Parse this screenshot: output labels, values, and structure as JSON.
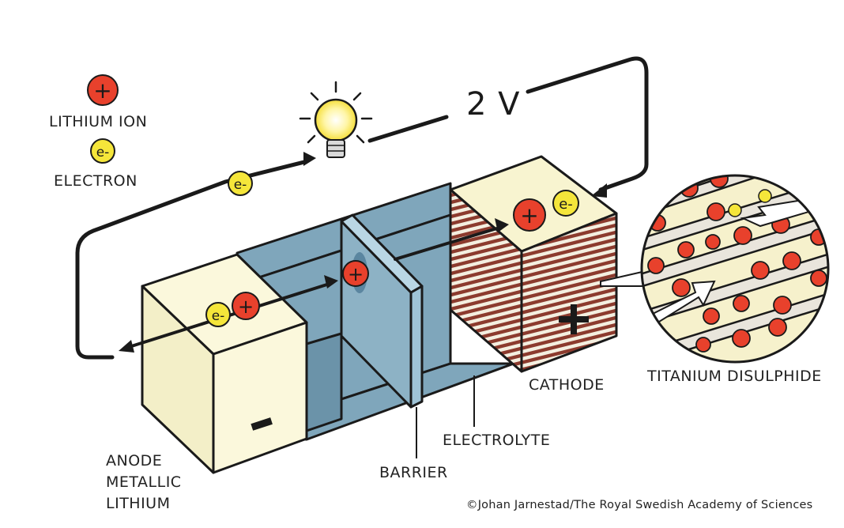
{
  "legend": {
    "ion_label": "LITHIUM ION",
    "electron_label": "ELECTRON",
    "ion_symbol": "+",
    "electron_symbol": "e-"
  },
  "voltage": "2 V",
  "labels": {
    "anode": [
      "ANODE",
      "METALLIC",
      "LITHIUM"
    ],
    "barrier": "BARRIER",
    "electrolyte": "ELECTROLYTE",
    "cathode": "CATHODE",
    "magnified": "TITANIUM DISULPHIDE"
  },
  "polarity": {
    "anode": "−",
    "cathode": "+"
  },
  "credit": "©Johan Jarnestad/The Royal Swedish Academy of Sciences",
  "colors": {
    "ion": "#e8412c",
    "electron": "#f5e63a",
    "anode_face": "#fbf8dc",
    "electrolyte": "#7fa6bb",
    "cathode_stripe": "#8c3b2e",
    "outline": "#1a1a1a"
  }
}
